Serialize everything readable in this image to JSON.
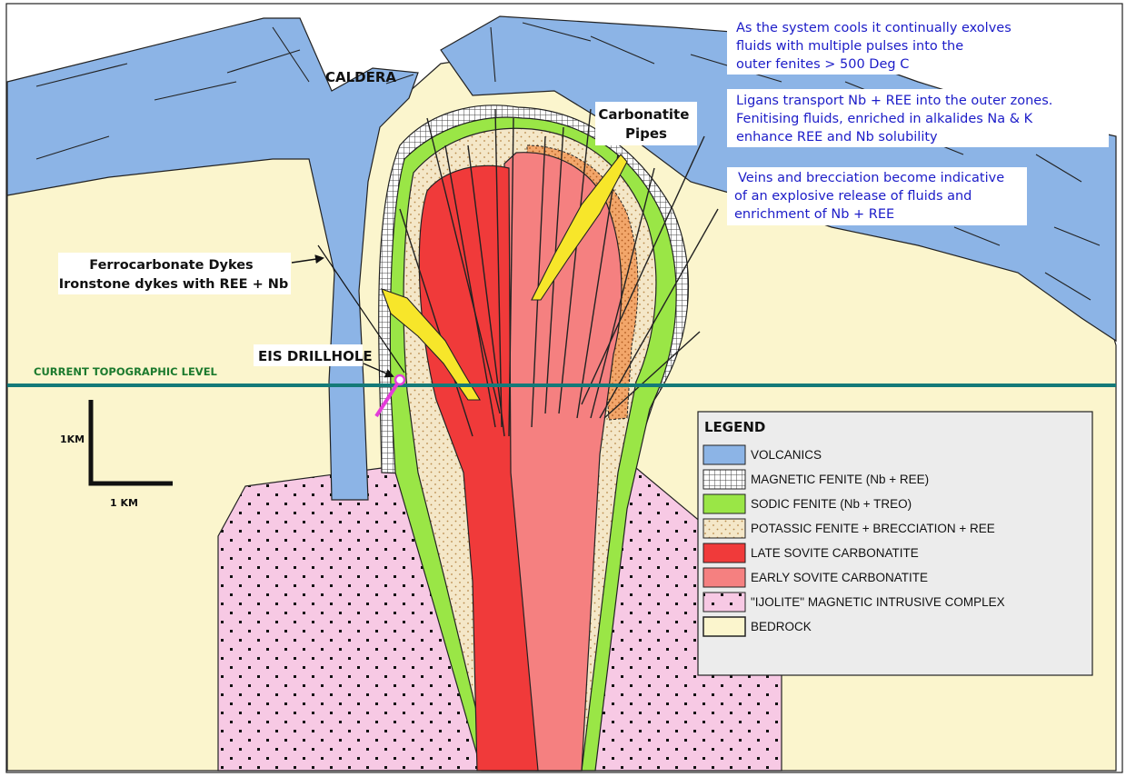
{
  "labels": {
    "caldera": "CALDERA",
    "carbonatite_pipes": [
      "Carbonatite",
      "Pipes"
    ],
    "ferrocarbonate": [
      "Ferrocarbonate Dykes",
      "Ironstone dykes with REE + Nb"
    ],
    "drillhole": "EIS DRILLHOLE",
    "topo_level": "CURRENT TOPOGRAPHIC LEVEL",
    "scale_vertical": "1KM",
    "scale_horizontal": "1 KM"
  },
  "notes": [
    [
      "As the system cools it continually exolves",
      "fluids with multiple pulses into the",
      "outer fenites > 500 Deg C"
    ],
    [
      "Ligans transport Nb + REE  into the outer zones.",
      "Fenitising fluids, enriched in alkalides Na & K",
      "enhance REE and Nb solubility"
    ],
    [
      "Veins and brecciation become indicative",
      "of an explosive release of fluids and",
      "enrichment of Nb + REE"
    ]
  ],
  "legend": {
    "title": "LEGEND",
    "items": [
      {
        "label": "VOLCANICS",
        "fill": "#8cb4e6"
      },
      {
        "label": "MAGNETIC FENITE (Nb + REE)",
        "fill": "grid"
      },
      {
        "label": "SODIC FENITE (Nb + TREO)",
        "fill": "#9ae646"
      },
      {
        "label": "POTASSIC FENITE + BRECCIATION + REE",
        "fill": "dots-tan"
      },
      {
        "label": "LATE SOVITE CARBONATITE",
        "fill": "#f03a3a"
      },
      {
        "label": "EARLY SOVITE CARBONATITE",
        "fill": "#f58080"
      },
      {
        "label": "\"IJOLITE\" MAGNETIC INTRUSIVE COMPLEX",
        "fill": "dots-pink"
      },
      {
        "label": "BEDROCK",
        "fill": "#fbf5cd"
      }
    ]
  },
  "colors": {
    "volcanics": "#8cb4e6",
    "bedrock": "#fbf5cd",
    "sodic": "#9ae646",
    "potassic": "#f4e7c8",
    "late_sovite": "#f03a3a",
    "early_sovite": "#f58080",
    "ijolite": "#f7c9e4",
    "dyke": "#f7e62a",
    "topo_line": "#147a78",
    "drillhole": "#e33cd8",
    "note_text": "#1c1cc8"
  }
}
